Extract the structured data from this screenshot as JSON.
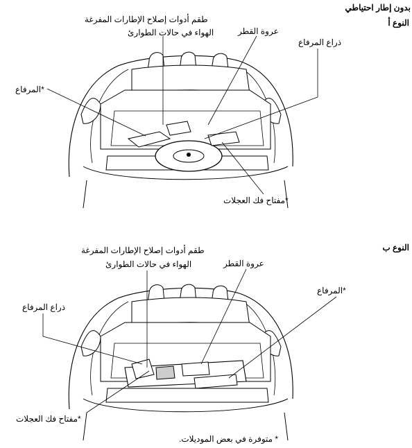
{
  "header": {
    "title": "بدون إطار احتياطي"
  },
  "type_a": {
    "label": "النوع أ",
    "kit_line1": "طقم أدوات إصلاح الإطارات المفرغة",
    "kit_line2": "الهواء في حالات الطوارئ",
    "tow_hook": "عروة القطر",
    "jack_handle": "ذراع المرفاع",
    "jack": "المرفاع",
    "lug_wrench": "مفتاح فك العجلات"
  },
  "type_b": {
    "label": "النوع ب",
    "kit_line1": "طقم أدوات إصلاح الإطارات المفرغة",
    "kit_line2": "الهواء في حالات الطوارئ",
    "tow_hook": "عروة القطر",
    "jack": "المرفاع",
    "jack_handle": "ذراع المرفاع",
    "lug_wrench": "مفتاح فك العجلات"
  },
  "asterisk": "*",
  "footnote": {
    "text": "متوفرة في بعض الموديلات."
  }
}
